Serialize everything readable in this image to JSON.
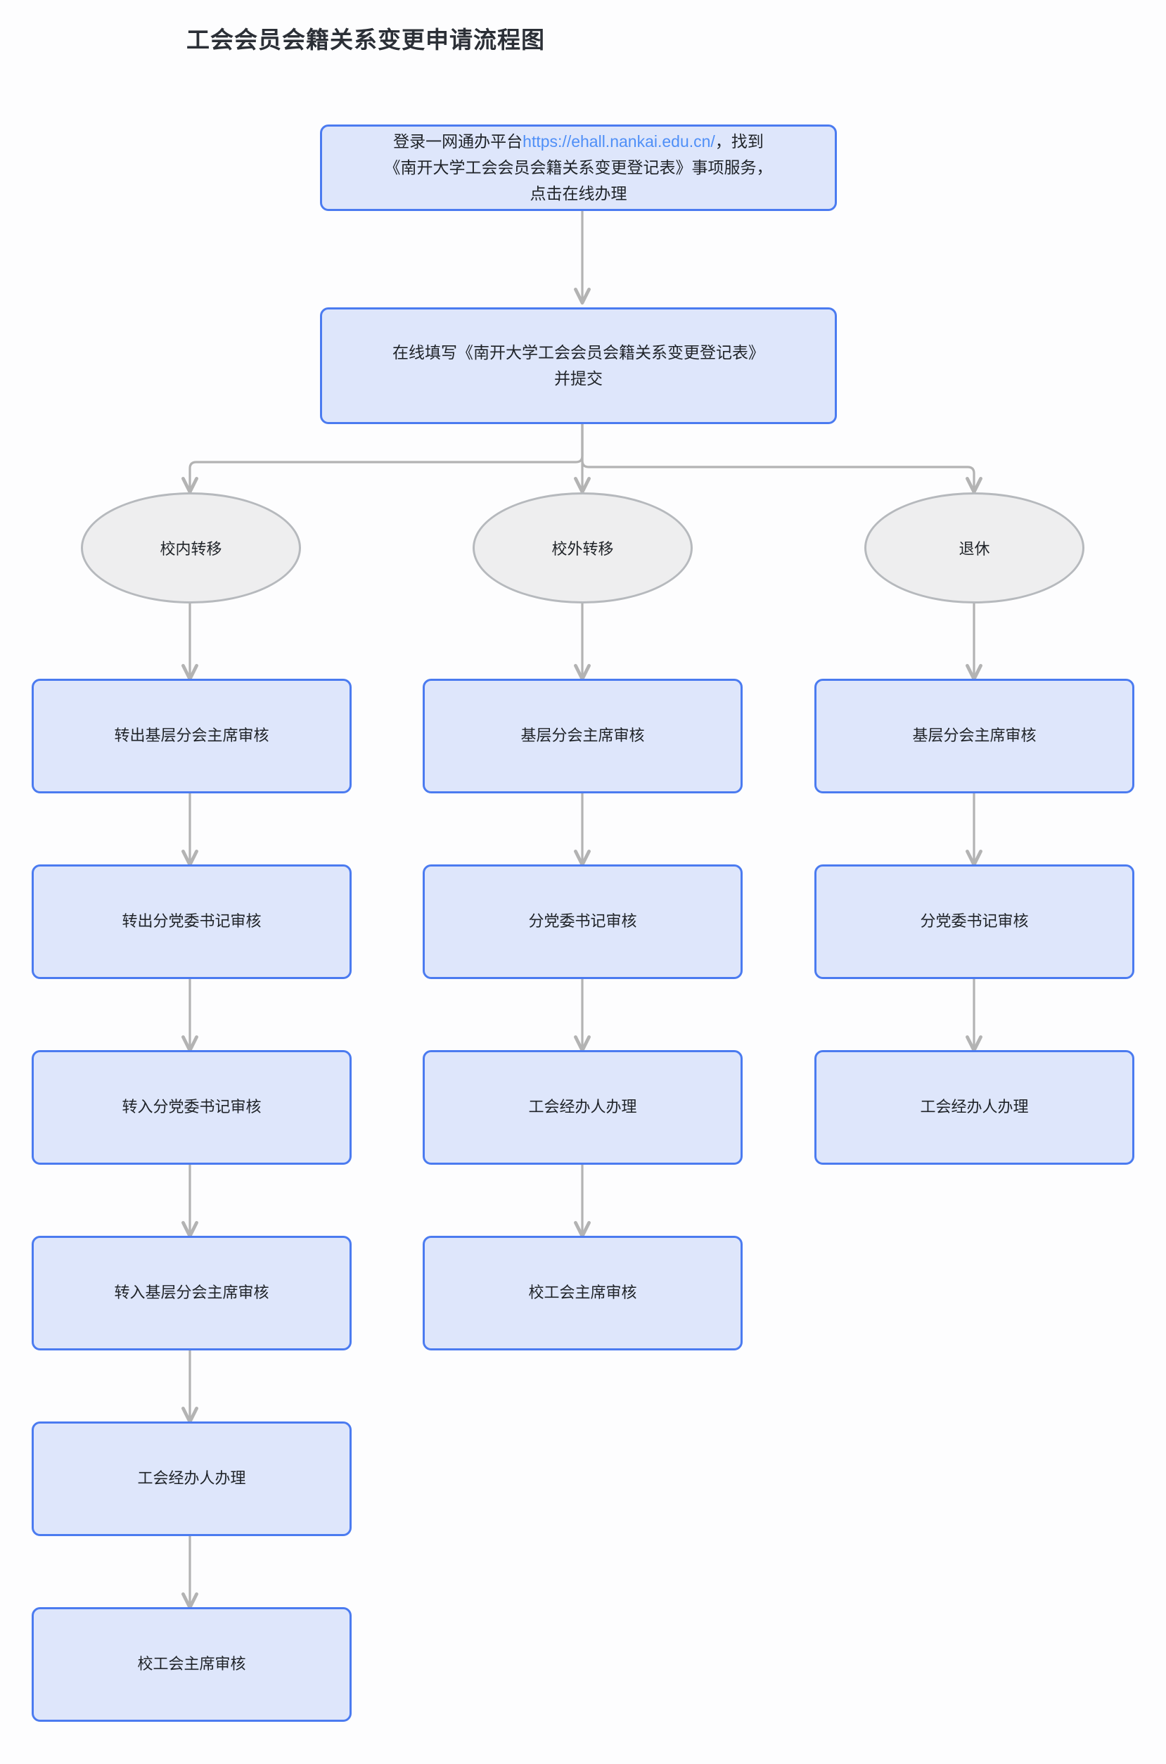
{
  "page": {
    "title": "工会会员会籍关系变更申请流程图",
    "background_color": "#fdfdfe"
  },
  "colors": {
    "process_fill": "#dee6fb",
    "process_border": "#4b7bf0",
    "decision_fill": "#eeeeef",
    "decision_border": "#b6b9bd",
    "connector": "#b3b3b3",
    "link": "#4f8ff7",
    "text": "#1f2328",
    "title_text": "#2b2f36"
  },
  "chart_data": {
    "type": "flowchart",
    "title": "工会会员会籍关系变更申请流程图",
    "orientation": "top-to-bottom",
    "nodes": [
      {
        "id": "start",
        "shape": "rounded-rect",
        "lines": [
          "登录一网通办平台",
          "https://ehall.nankai.edu.cn/",
          "，找到《南开大学工会会员会籍关系变更登记表》事项服务，点击在线办理"
        ]
      },
      {
        "id": "fill-form",
        "shape": "rounded-rect",
        "lines": [
          "在线填写《南开大学工会会员会籍关系变更登记表》并提交"
        ]
      },
      {
        "id": "branch-internal",
        "shape": "ellipse",
        "label": "校内转移"
      },
      {
        "id": "branch-external",
        "shape": "ellipse",
        "label": "校外转移"
      },
      {
        "id": "branch-retire",
        "shape": "ellipse",
        "label": "退休"
      }
    ],
    "branches": [
      {
        "id": "internal",
        "label": "校内转移",
        "steps": [
          "转出基层分会主席审核",
          "转出分党委书记审核",
          "转入分党委书记审核",
          "转入基层分会主席审核",
          "工会经办人办理",
          "校工会主席审核"
        ]
      },
      {
        "id": "external",
        "label": "校外转移",
        "steps": [
          "基层分会主席审核",
          "分党委书记审核",
          "工会经办人办理",
          "校工会主席审核"
        ]
      },
      {
        "id": "retire",
        "label": "退休",
        "steps": [
          "基层分会主席审核",
          "分党委书记审核",
          "工会经办人办理"
        ]
      }
    ]
  },
  "start_node": {
    "text_before_link": "登录一网通办平台",
    "link_text": "https://ehall.nankai.edu.cn/",
    "text_after_link": "，找到",
    "line2": "《南开大学工会会员会籍关系变更登记表》事项服务，",
    "line3": "点击在线办理"
  },
  "form_node": {
    "line1": "在线填写《南开大学工会会员会籍关系变更登记表》",
    "line2": "并提交"
  },
  "decisions": {
    "internal": "校内转移",
    "external": "校外转移",
    "retire": "退休"
  },
  "columns": {
    "internal": {
      "step1": "转出基层分会主席审核",
      "step2": "转出分党委书记审核",
      "step3": "转入分党委书记审核",
      "step4": "转入基层分会主席审核",
      "step5": "工会经办人办理",
      "step6": "校工会主席审核"
    },
    "external": {
      "step1": "基层分会主席审核",
      "step2": "分党委书记审核",
      "step3": "工会经办人办理",
      "step4": "校工会主席审核"
    },
    "retire": {
      "step1": "基层分会主席审核",
      "step2": "分党委书记审核",
      "step3": "工会经办人办理"
    }
  }
}
